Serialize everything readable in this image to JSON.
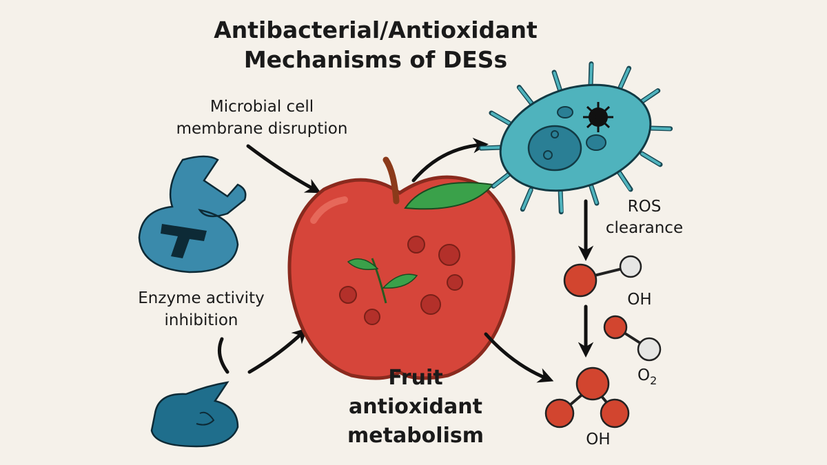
{
  "title": {
    "line1": "Antibacterial/Antioxidant",
    "line2": "Mechanisms of DESs"
  },
  "labels": {
    "membrane_line1": "Microbial cell",
    "membrane_line2": "membrane disruption",
    "enzyme_line1": "Enzyme activity",
    "enzyme_line2": "inhibition",
    "fruit_line1": "Fruit",
    "fruit_line2": "antioxidant",
    "fruit_line3": "metabolism",
    "ros_line1": "ROS",
    "ros_line2": "clearance",
    "oh1": "OH",
    "o2": "O",
    "o2_sub": "2",
    "oh2": "OH"
  },
  "colors": {
    "background": "#f5f1ea",
    "apple": "#d6453a",
    "apple_outline": "#8a2a1e",
    "leaf": "#3aa14a",
    "enzyme": "#3a8aab",
    "enzyme_dark": "#1f6e8c",
    "bacterium": "#4fb3bd",
    "oxygen_atom": "#d2452f",
    "hydrogen_atom": "#e6e6e4"
  }
}
